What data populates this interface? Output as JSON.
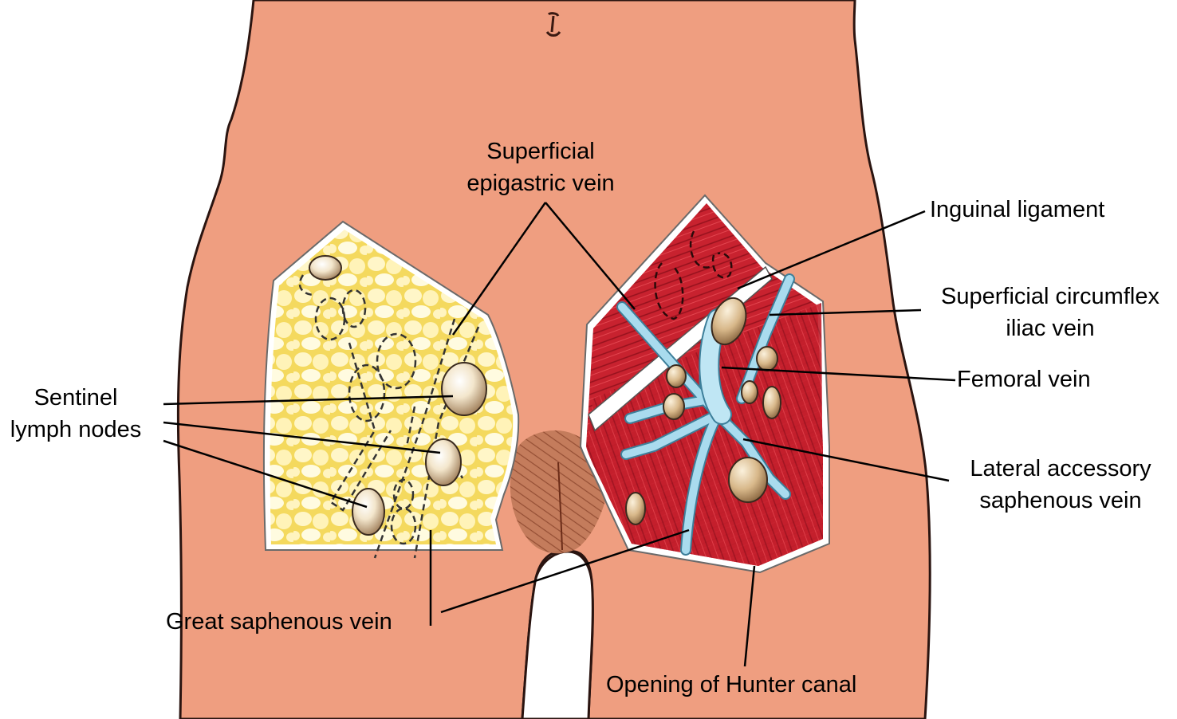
{
  "figure": {
    "subject": "Inguinal region anatomy — sentinel lymph nodes and superficial veins",
    "colors": {
      "skin": "#ef9e80",
      "skin_outline": "#2a1410",
      "fat": "#f7e27a",
      "fat_highlight": "#fff8d0",
      "muscle": "#c8202e",
      "muscle_dark": "#8e0f1a",
      "vein": "#a9dbee",
      "vein_outline": "#3d7f9a",
      "lymph_node": "#d9b98d",
      "pubic_hair": "#b4674a",
      "leader_line": "#000000"
    }
  },
  "labels": {
    "superficial_epigastric_vein": [
      "Superficial",
      "epigastric vein"
    ],
    "sentinel_lymph_nodes": [
      "Sentinel",
      "lymph nodes"
    ],
    "inguinal_ligament": [
      "Inguinal ligament"
    ],
    "superficial_circumflex_iliac_vein": [
      "Superficial circumflex",
      "iliac vein"
    ],
    "femoral_vein": [
      "Femoral vein"
    ],
    "lateral_accessory_saphenous_vein": [
      "Lateral accessory",
      "saphenous vein"
    ],
    "great_saphenous_vein": [
      "Great saphenous vein"
    ],
    "opening_of_hunter_canal": [
      "Opening of Hunter canal"
    ]
  }
}
